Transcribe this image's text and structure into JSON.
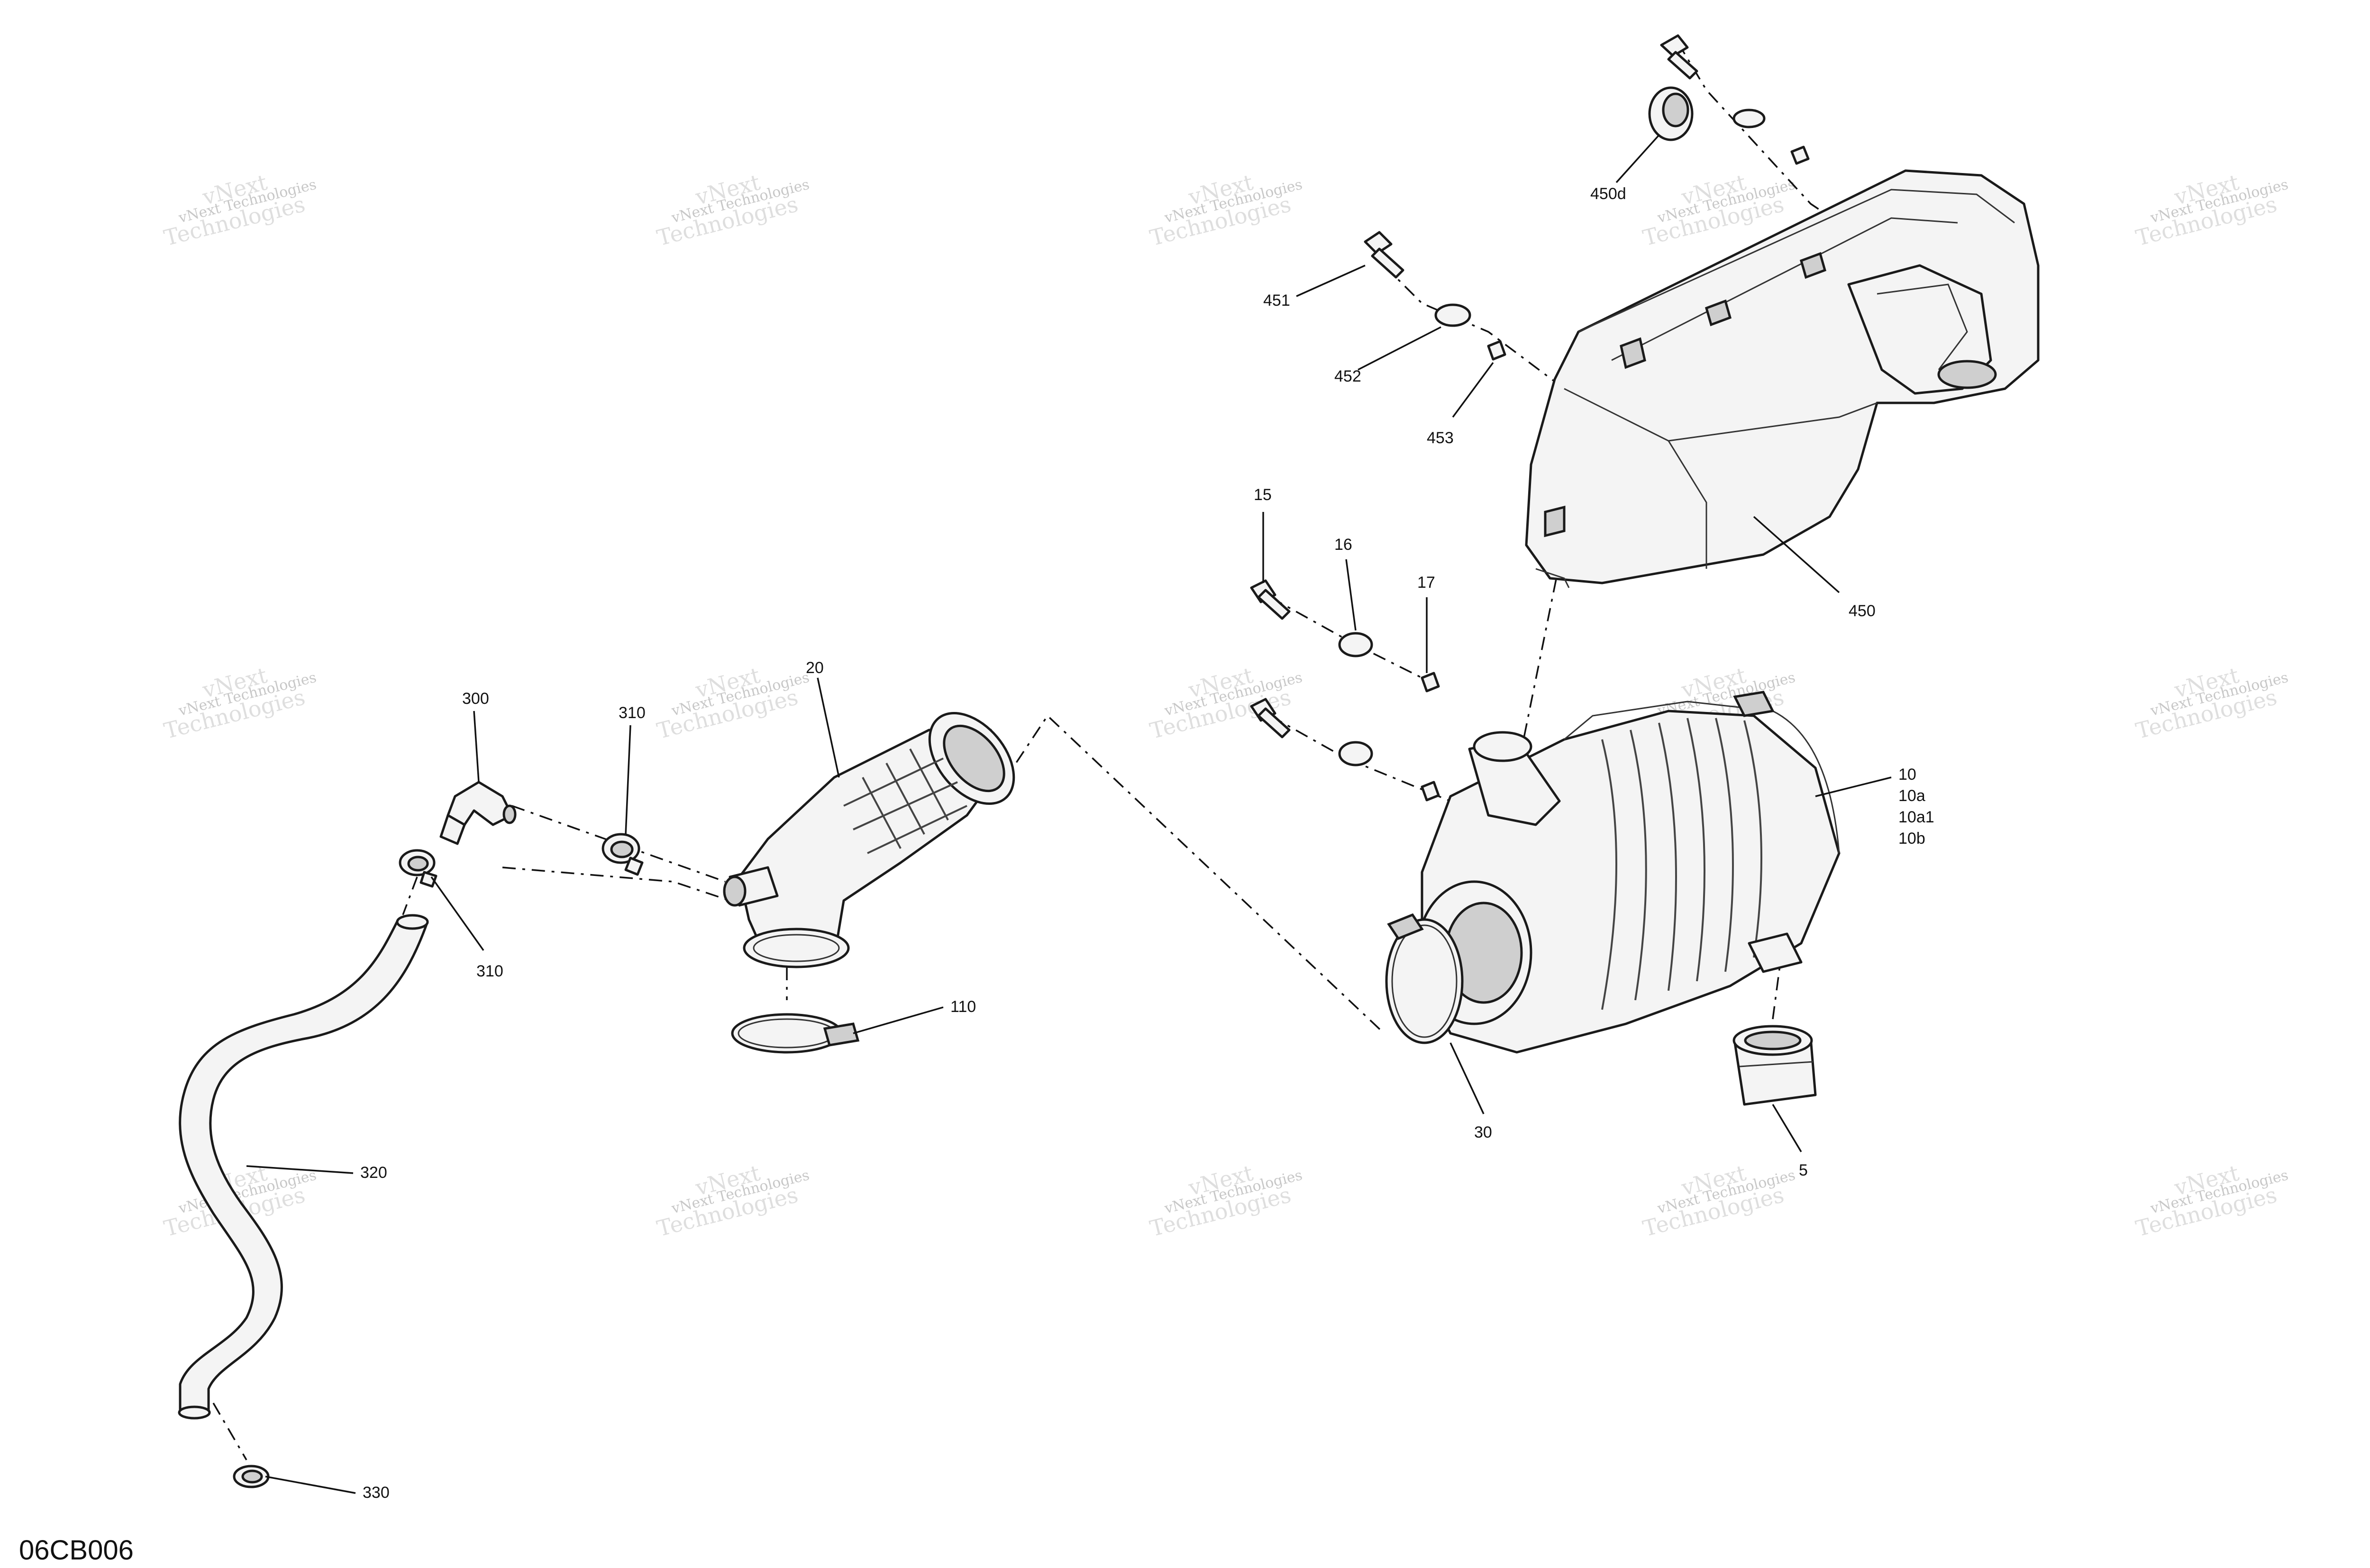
{
  "figure_id": "06CB006",
  "watermark": {
    "company": "vNext Technologies",
    "line1": "vNext",
    "line2": "Technologies"
  },
  "callouts": {
    "c450d": "450d",
    "c451": "451",
    "c452": "452",
    "c453": "453",
    "c450": "450",
    "c15": "15",
    "c16": "16",
    "c17": "17",
    "c10": "10",
    "c10a": "10a",
    "c10a1": "10a1",
    "c10b": "10b",
    "c20": "20",
    "c300": "300",
    "c310a": "310",
    "c310b": "310",
    "c110": "110",
    "c30": "30",
    "c5": "5",
    "c320": "320",
    "c330": "330"
  }
}
